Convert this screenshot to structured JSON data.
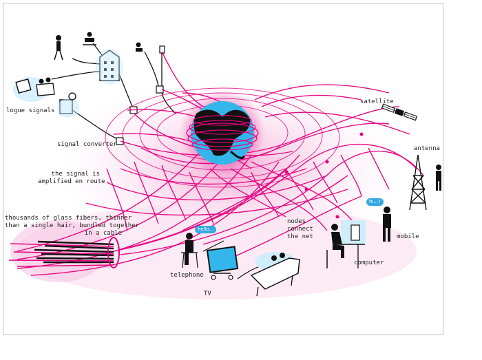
{
  "labels": {
    "analogue": "logue signals",
    "converter": "signal converter",
    "amplified": "the signal is\namplified en route",
    "fibers": "thousands of glass fibers, thinner\nthan a single hair, bundled together\nin a cable",
    "nodes": "nodes\nconnect\nthe net",
    "satellite": "satellite",
    "antenna": "antenna",
    "mobile": "mobile",
    "computer": "computer",
    "telephone": "telephone",
    "tv": "TV"
  },
  "bubbles": {
    "telephone": "hello...",
    "mobile": "hi...?"
  },
  "colors": {
    "magenta": "#e5007e",
    "glow": "#f7c6e4",
    "globe_blue": "#33b7ea",
    "ink": "#111111"
  }
}
